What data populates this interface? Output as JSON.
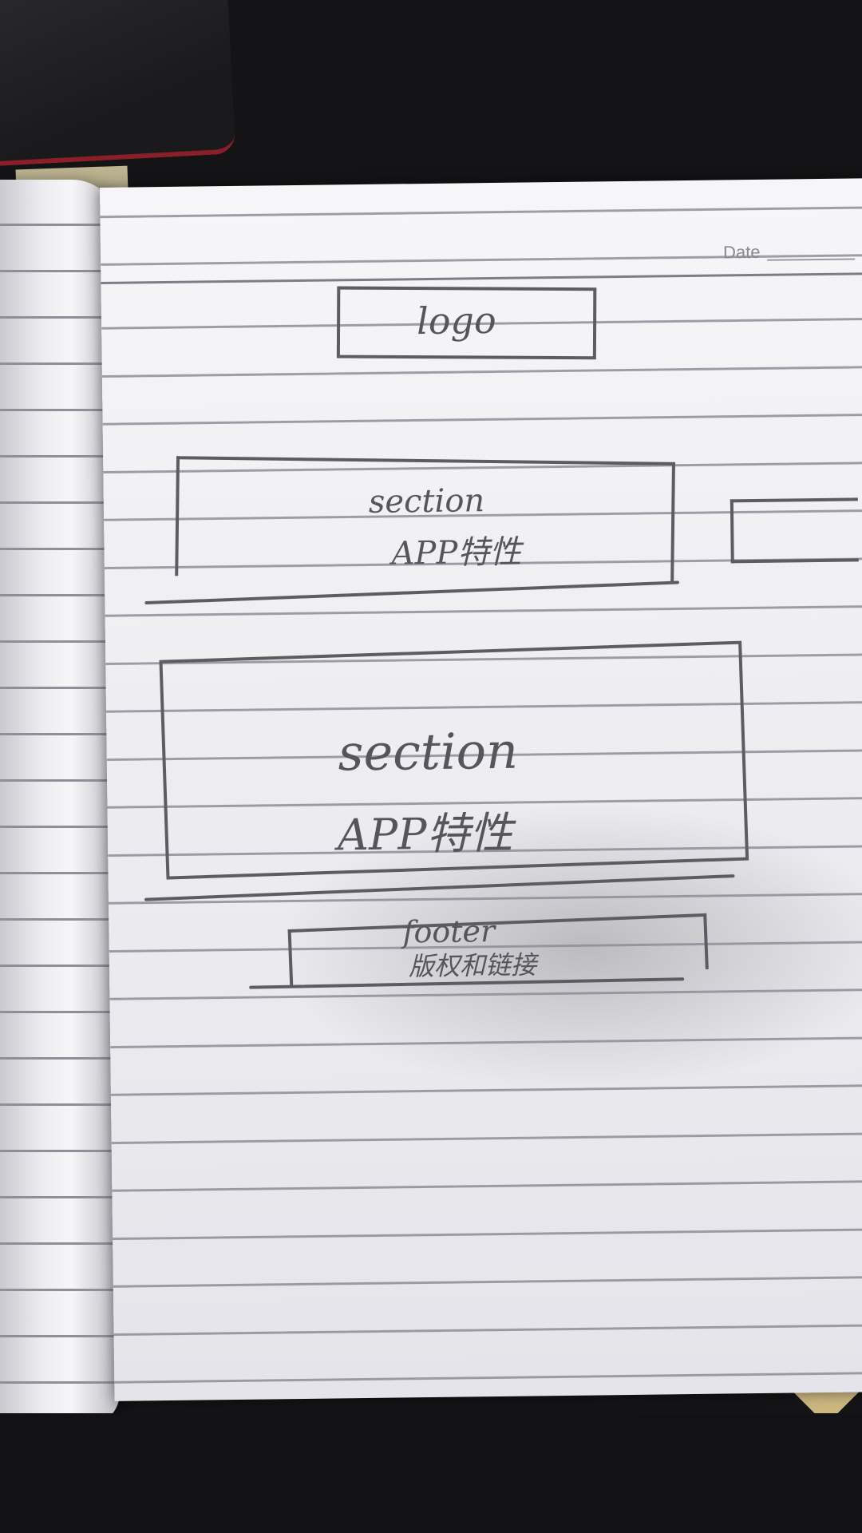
{
  "notebook": {
    "date_label": "Date",
    "sketch": {
      "logo_label": "logo",
      "section1": {
        "line1": "section",
        "line2": "APP特性"
      },
      "section2": {
        "line1": "section",
        "line2": "APP特性"
      },
      "footer": {
        "line1": "footer",
        "line2": "版权和链接"
      }
    }
  },
  "colors": {
    "paper": "#f0f0f3",
    "ruled_line": "#8d8d99",
    "pencil": "#5c5c62",
    "background": "#141416"
  }
}
